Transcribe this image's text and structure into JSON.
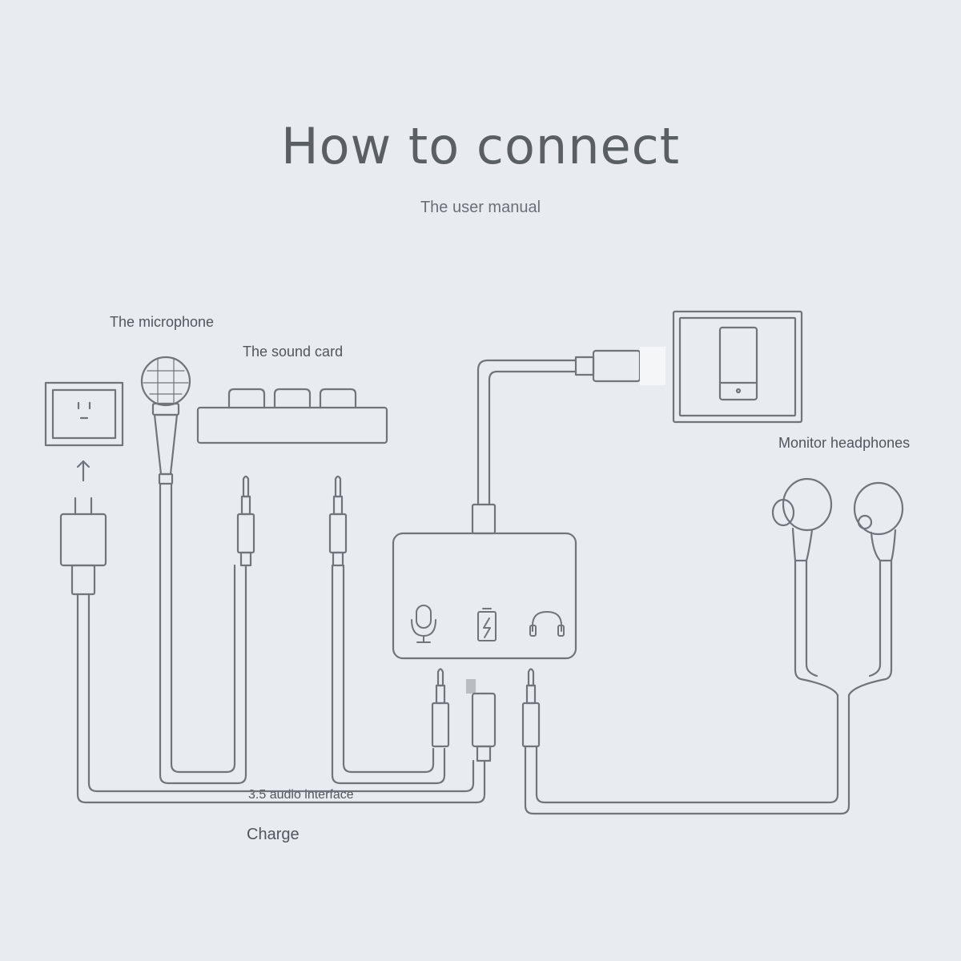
{
  "header": {
    "title": "How to connect",
    "subtitle": "The user manual"
  },
  "labels": {
    "microphone": "The microphone",
    "sound_card": "The sound card",
    "monitor_headphones": "Monitor headphones",
    "audio_interface": "3.5 audio interface",
    "charge": "Charge"
  },
  "icons": {
    "adapter_ports": [
      "microphone-icon",
      "battery-charge-icon",
      "headphones-icon"
    ],
    "wall_socket": "power-socket-icon",
    "phone": "smartphone-icon"
  },
  "colors": {
    "background": "#e8ecf1",
    "line": "#6f757b",
    "text": "#555b62"
  }
}
